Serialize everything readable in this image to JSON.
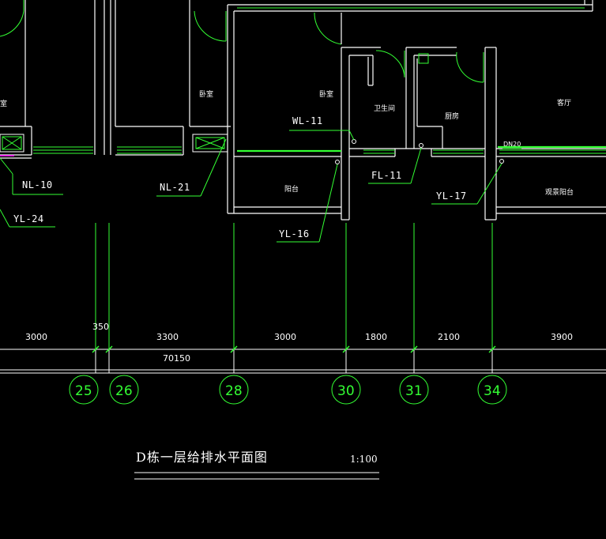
{
  "rooms": {
    "bedroom_left_partial": "室",
    "bedroom_2": "卧室",
    "bedroom_3": "卧室",
    "bathroom": "卫生间",
    "kitchen": "厨房",
    "living_room": "客厅",
    "balcony": "阳台",
    "view_balcony": "观景阳台"
  },
  "pipes": {
    "wl11": "WL-11",
    "nl10": "NL-10",
    "nl21": "NL-21",
    "fl11": "FL-11",
    "yl17": "YL-17",
    "yl24": "YL-24",
    "yl16": "YL-16",
    "dn20": "DN20"
  },
  "dimensions": {
    "d1": "3000",
    "d2": "350",
    "d3": "3300",
    "d4": "3000",
    "d5": "1800",
    "d6": "2100",
    "d7": "3900",
    "total": "70150"
  },
  "axes": {
    "a25": "25",
    "a26": "26",
    "a28": "28",
    "a30": "30",
    "a31": "31",
    "a34": "34"
  },
  "title": {
    "text": "D栋一层给排水平面图",
    "scale": "1:100"
  },
  "colors": {
    "background": "#000000",
    "walls": "#ffffff",
    "pipes": "#33ff33",
    "accent": "#ff00ff"
  }
}
